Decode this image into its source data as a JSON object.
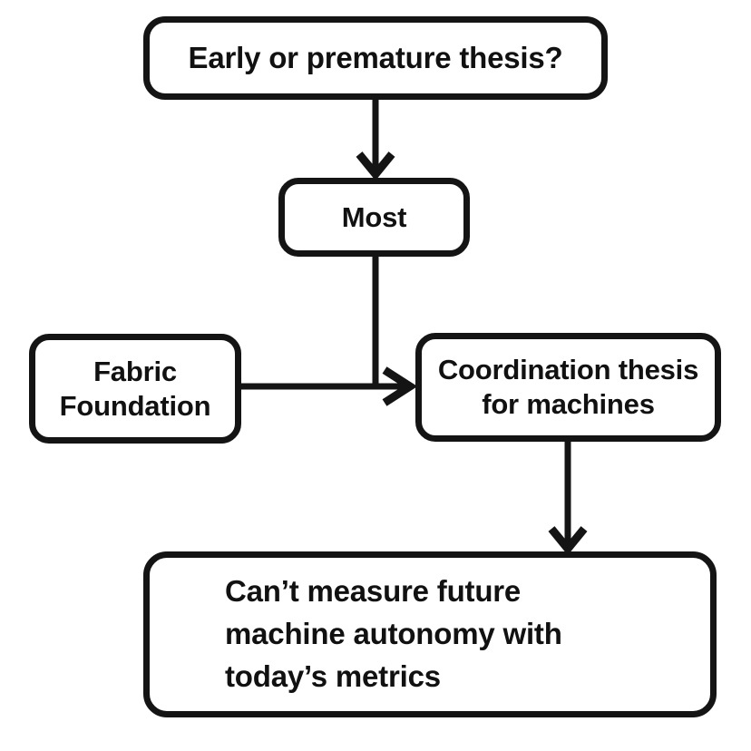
{
  "diagram": {
    "type": "flowchart",
    "title": "Early or premature thesis flow",
    "background_color": "#ffffff",
    "stroke_color": "#141414",
    "text_color": "#111111",
    "nodes": [
      {
        "id": "thesis",
        "label": "Early or premature thesis?",
        "shape": "rounded-rectangle"
      },
      {
        "id": "most",
        "label": "Most",
        "shape": "rounded-rectangle"
      },
      {
        "id": "fabric",
        "label": "Fabric\nFoundation",
        "shape": "rounded-rectangle"
      },
      {
        "id": "coordination",
        "label": "Coordination thesis\nfor machines",
        "shape": "rounded-rectangle"
      },
      {
        "id": "outcome",
        "label": "Can’t measure future\nmachine autonomy with\ntoday’s metrics",
        "shape": "rounded-rectangle"
      }
    ],
    "edges": [
      {
        "id": "thesis-to-most",
        "from": "thesis",
        "to": "most",
        "arrow": "down",
        "label": ""
      },
      {
        "id": "most-to-coordination",
        "from": "most",
        "to": "coordination",
        "arrow": "right",
        "label": ""
      },
      {
        "id": "fabric-to-coordination",
        "from": "fabric",
        "to": "coordination",
        "arrow": "right",
        "label": ""
      },
      {
        "id": "coordination-to-outcome",
        "from": "coordination",
        "to": "outcome",
        "arrow": "down",
        "label": ""
      }
    ]
  }
}
